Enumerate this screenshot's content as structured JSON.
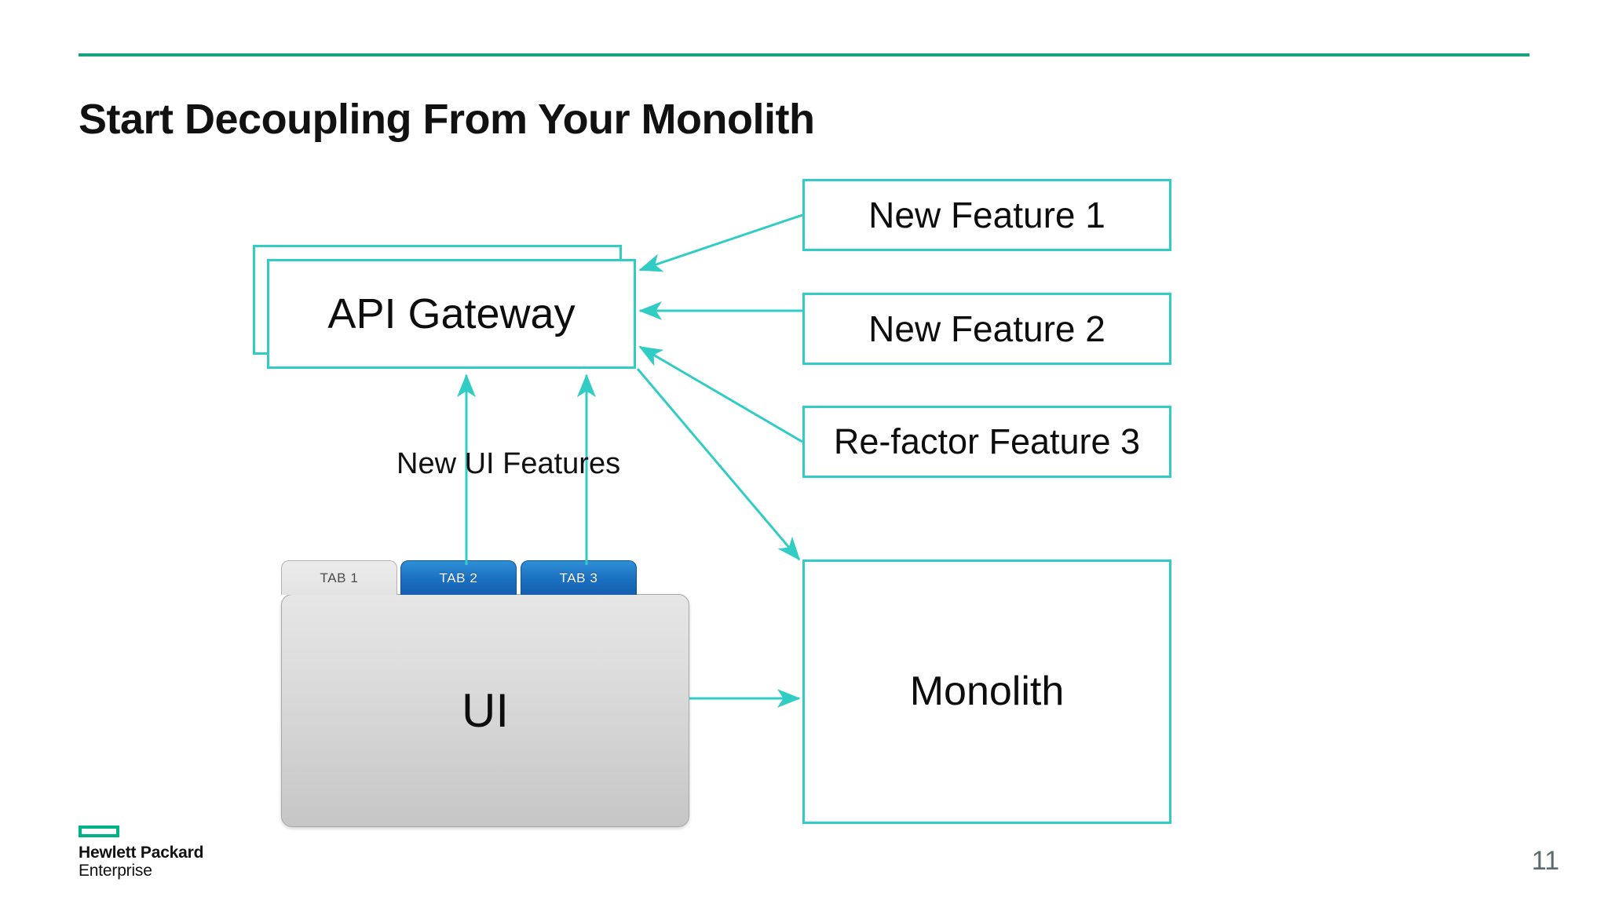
{
  "slide": {
    "title": "Start Decoupling From Your Monolith",
    "page_number": "11",
    "accent_rule_color": "#16a47e",
    "diagram_line_color": "#31ccc4",
    "brand_green": "#00b188"
  },
  "logo": {
    "name": "hpe-logo",
    "line1": "Hewlett Packard",
    "line2": "Enterprise"
  },
  "diagram": {
    "type": "architecture-diagram",
    "nodes": {
      "api_gateway": {
        "label": "API Gateway",
        "stacked": true,
        "stack_layers": 2
      },
      "feature_1": {
        "label": "New Feature 1"
      },
      "feature_2": {
        "label": "New Feature 2"
      },
      "feature_3": {
        "label": "Re-factor Feature 3"
      },
      "monolith": {
        "label": "Monolith"
      },
      "ui": {
        "label": "UI"
      }
    },
    "edges": [
      {
        "from": "feature_1",
        "to": "api_gateway",
        "label": ""
      },
      {
        "from": "feature_2",
        "to": "api_gateway",
        "label": ""
      },
      {
        "from": "feature_3",
        "to": "api_gateway",
        "label": ""
      },
      {
        "from": "ui",
        "to": "api_gateway",
        "label": "New UI Features"
      },
      {
        "from": "api_gateway",
        "to": "monolith",
        "label": ""
      },
      {
        "from": "ui",
        "to": "monolith",
        "label": ""
      }
    ],
    "annotations": {
      "new_ui_features": "New UI Features"
    }
  },
  "ui_widget": {
    "name": "ui-tab-panel",
    "body_label": "UI",
    "tabs": [
      {
        "label": "TAB 1",
        "active": true
      },
      {
        "label": "TAB 2",
        "active": false
      },
      {
        "label": "TAB 3",
        "active": false
      }
    ]
  }
}
